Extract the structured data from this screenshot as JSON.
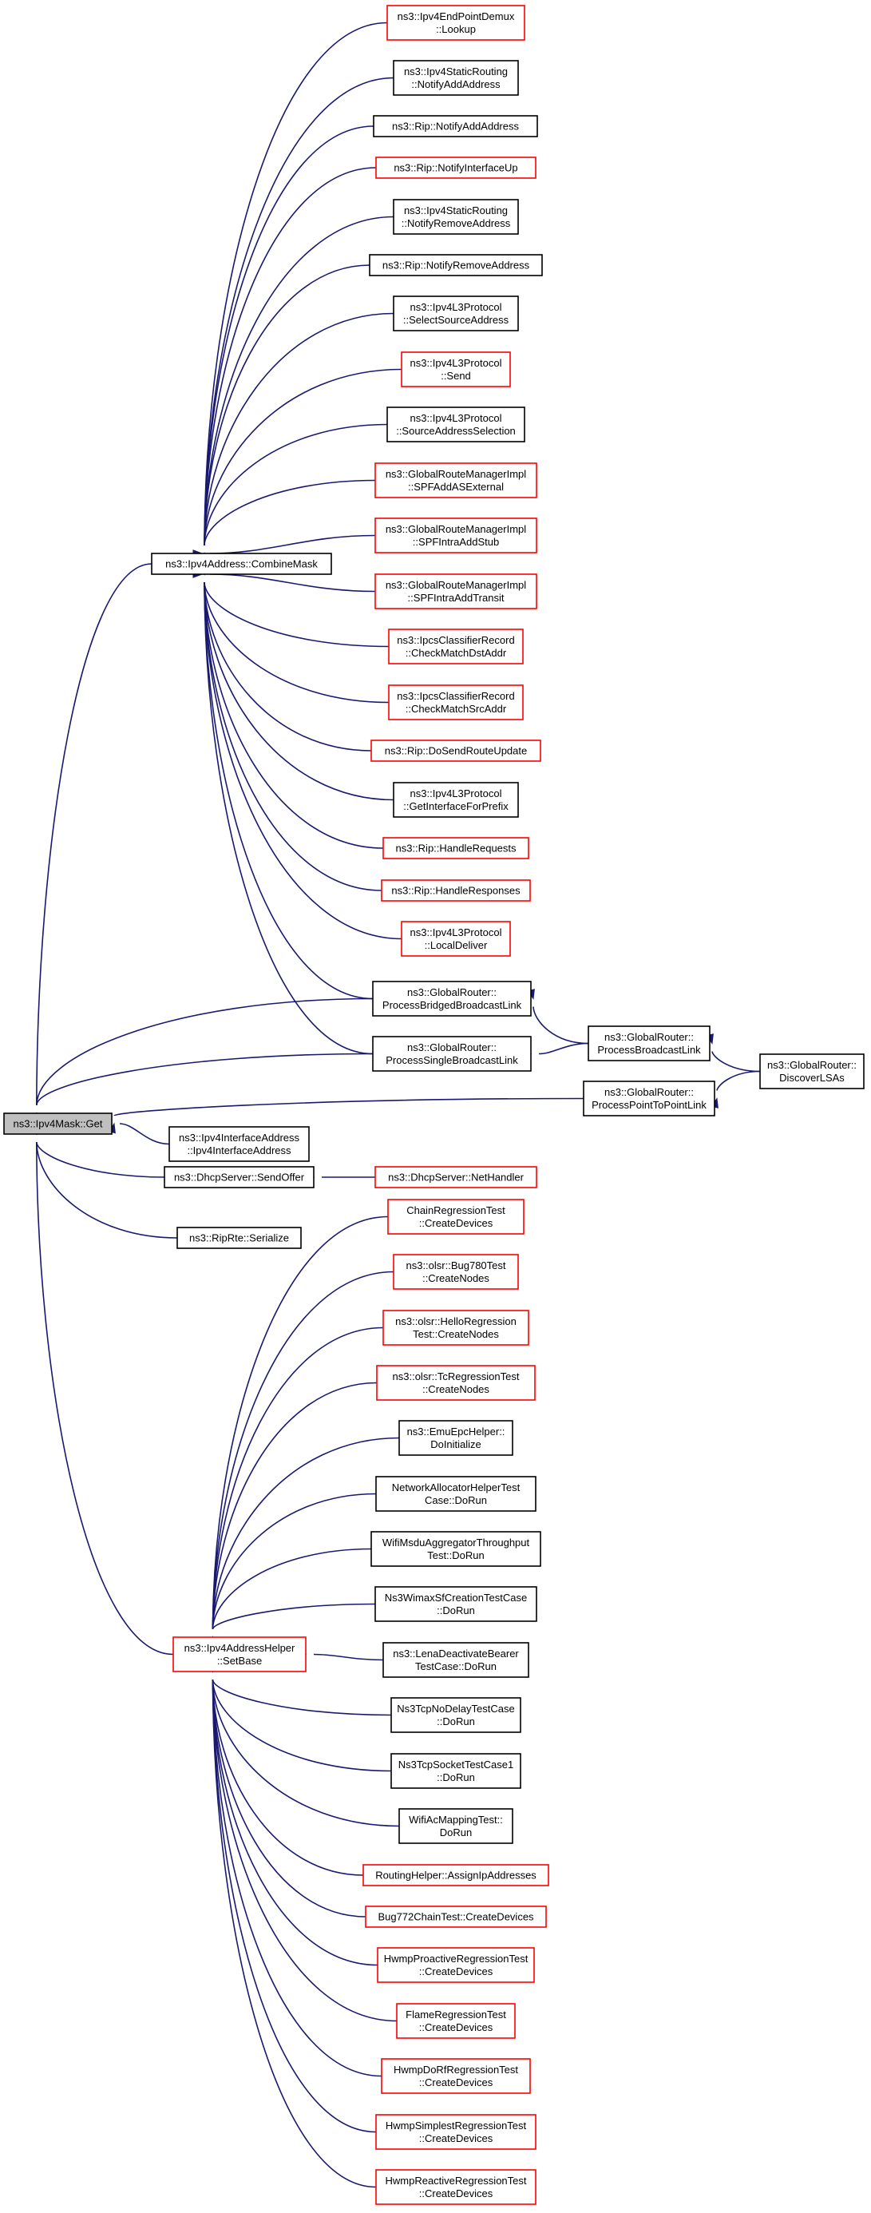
{
  "graph": {
    "title": "",
    "nodes": [
      {
        "id": "n_get",
        "lines": [
          "ns3::Ipv4Mask::Get"
        ],
        "style": "root"
      },
      {
        "id": "n_combine",
        "lines": [
          "ns3::Ipv4Address::CombineMask"
        ],
        "style": "black"
      },
      {
        "id": "n_c1",
        "lines": [
          "ns3::Ipv4EndPointDemux",
          "::Lookup"
        ],
        "style": "red"
      },
      {
        "id": "n_c2",
        "lines": [
          "ns3::Ipv4StaticRouting",
          "::NotifyAddAddress"
        ],
        "style": "black"
      },
      {
        "id": "n_c3",
        "lines": [
          "ns3::Rip::NotifyAddAddress"
        ],
        "style": "black"
      },
      {
        "id": "n_c4",
        "lines": [
          "ns3::Rip::NotifyInterfaceUp"
        ],
        "style": "red"
      },
      {
        "id": "n_c5",
        "lines": [
          "ns3::Ipv4StaticRouting",
          "::NotifyRemoveAddress"
        ],
        "style": "black"
      },
      {
        "id": "n_c6",
        "lines": [
          "ns3::Rip::NotifyRemoveAddress"
        ],
        "style": "black"
      },
      {
        "id": "n_c7",
        "lines": [
          "ns3::Ipv4L3Protocol",
          "::SelectSourceAddress"
        ],
        "style": "black"
      },
      {
        "id": "n_c8",
        "lines": [
          "ns3::Ipv4L3Protocol",
          "::Send"
        ],
        "style": "red"
      },
      {
        "id": "n_c9",
        "lines": [
          "ns3::Ipv4L3Protocol",
          "::SourceAddressSelection"
        ],
        "style": "black"
      },
      {
        "id": "n_c10",
        "lines": [
          "ns3::GlobalRouteManagerImpl",
          "::SPFAddASExternal"
        ],
        "style": "red"
      },
      {
        "id": "n_c11",
        "lines": [
          "ns3::GlobalRouteManagerImpl",
          "::SPFIntraAddStub"
        ],
        "style": "red"
      },
      {
        "id": "n_c12",
        "lines": [
          "ns3::GlobalRouteManagerImpl",
          "::SPFIntraAddTransit"
        ],
        "style": "red"
      },
      {
        "id": "n_c13",
        "lines": [
          "ns3::IpcsClassifierRecord",
          "::CheckMatchDstAddr"
        ],
        "style": "red"
      },
      {
        "id": "n_c14",
        "lines": [
          "ns3::IpcsClassifierRecord",
          "::CheckMatchSrcAddr"
        ],
        "style": "red"
      },
      {
        "id": "n_c15",
        "lines": [
          "ns3::Rip::DoSendRouteUpdate"
        ],
        "style": "red"
      },
      {
        "id": "n_c16",
        "lines": [
          "ns3::Ipv4L3Protocol",
          "::GetInterfaceForPrefix"
        ],
        "style": "black"
      },
      {
        "id": "n_c17",
        "lines": [
          "ns3::Rip::HandleRequests"
        ],
        "style": "red"
      },
      {
        "id": "n_c18",
        "lines": [
          "ns3::Rip::HandleResponses"
        ],
        "style": "red"
      },
      {
        "id": "n_c19",
        "lines": [
          "ns3::Ipv4L3Protocol",
          "::LocalDeliver"
        ],
        "style": "red"
      },
      {
        "id": "n_gr_bridged",
        "lines": [
          "ns3::GlobalRouter::",
          "ProcessBridgedBroadcastLink"
        ],
        "style": "black"
      },
      {
        "id": "n_gr_single",
        "lines": [
          "ns3::GlobalRouter::",
          "ProcessSingleBroadcastLink"
        ],
        "style": "black"
      },
      {
        "id": "n_gr_broadcast",
        "lines": [
          "ns3::GlobalRouter::",
          "ProcessBroadcastLink"
        ],
        "style": "black"
      },
      {
        "id": "n_gr_p2p",
        "lines": [
          "ns3::GlobalRouter::",
          "ProcessPointToPointLink"
        ],
        "style": "black"
      },
      {
        "id": "n_gr_lsa",
        "lines": [
          "ns3::GlobalRouter::",
          "DiscoverLSAs"
        ],
        "style": "black"
      },
      {
        "id": "n_ifaddr",
        "lines": [
          "ns3::Ipv4InterfaceAddress",
          "::Ipv4InterfaceAddress"
        ],
        "style": "black"
      },
      {
        "id": "n_dhcp_send",
        "lines": [
          "ns3::DhcpServer::SendOffer"
        ],
        "style": "black"
      },
      {
        "id": "n_dhcp_net",
        "lines": [
          "ns3::DhcpServer::NetHandler"
        ],
        "style": "red"
      },
      {
        "id": "n_riprte",
        "lines": [
          "ns3::RipRte::Serialize"
        ],
        "style": "black"
      },
      {
        "id": "n_setbase",
        "lines": [
          "ns3::Ipv4AddressHelper",
          "::SetBase"
        ],
        "style": "red"
      },
      {
        "id": "n_s1",
        "lines": [
          "ChainRegressionTest",
          "::CreateDevices"
        ],
        "style": "red"
      },
      {
        "id": "n_s2",
        "lines": [
          "ns3::olsr::Bug780Test",
          "::CreateNodes"
        ],
        "style": "red"
      },
      {
        "id": "n_s3",
        "lines": [
          "ns3::olsr::HelloRegression",
          "Test::CreateNodes"
        ],
        "style": "red"
      },
      {
        "id": "n_s4",
        "lines": [
          "ns3::olsr::TcRegressionTest",
          "::CreateNodes"
        ],
        "style": "red"
      },
      {
        "id": "n_s5",
        "lines": [
          "ns3::EmuEpcHelper::",
          "DoInitialize"
        ],
        "style": "black"
      },
      {
        "id": "n_s6",
        "lines": [
          "NetworkAllocatorHelperTest",
          "Case::DoRun"
        ],
        "style": "black"
      },
      {
        "id": "n_s7",
        "lines": [
          "WifiMsduAggregatorThroughput",
          "Test::DoRun"
        ],
        "style": "black"
      },
      {
        "id": "n_s8",
        "lines": [
          "Ns3WimaxSfCreationTestCase",
          "::DoRun"
        ],
        "style": "black"
      },
      {
        "id": "n_s9",
        "lines": [
          "ns3::LenaDeactivateBearer",
          "TestCase::DoRun"
        ],
        "style": "black"
      },
      {
        "id": "n_s10",
        "lines": [
          "Ns3TcpNoDelayTestCase",
          "::DoRun"
        ],
        "style": "black"
      },
      {
        "id": "n_s11",
        "lines": [
          "Ns3TcpSocketTestCase1",
          "::DoRun"
        ],
        "style": "black"
      },
      {
        "id": "n_s12",
        "lines": [
          "WifiAcMappingTest::",
          "DoRun"
        ],
        "style": "black"
      },
      {
        "id": "n_s13",
        "lines": [
          "RoutingHelper::AssignIpAddresses"
        ],
        "style": "red"
      },
      {
        "id": "n_s14",
        "lines": [
          "Bug772ChainTest::CreateDevices"
        ],
        "style": "red"
      },
      {
        "id": "n_s15",
        "lines": [
          "HwmpProactiveRegressionTest",
          "::CreateDevices"
        ],
        "style": "red"
      },
      {
        "id": "n_s16",
        "lines": [
          "FlameRegressionTest",
          "::CreateDevices"
        ],
        "style": "red"
      },
      {
        "id": "n_s17",
        "lines": [
          "HwmpDoRfRegressionTest",
          "::CreateDevices"
        ],
        "style": "red"
      },
      {
        "id": "n_s18",
        "lines": [
          "HwmpSimplestRegressionTest",
          "::CreateDevices"
        ],
        "style": "red"
      },
      {
        "id": "n_s19",
        "lines": [
          "HwmpReactiveRegressionTest",
          "::CreateDevices"
        ],
        "style": "red"
      }
    ],
    "edges": [
      [
        "n_combine",
        "n_get"
      ],
      [
        "n_gr_bridged",
        "n_get"
      ],
      [
        "n_gr_single",
        "n_get"
      ],
      [
        "n_gr_p2p",
        "n_get"
      ],
      [
        "n_ifaddr",
        "n_get"
      ],
      [
        "n_dhcp_send",
        "n_get"
      ],
      [
        "n_riprte",
        "n_get"
      ],
      [
        "n_setbase",
        "n_get"
      ],
      [
        "n_c1",
        "n_combine"
      ],
      [
        "n_c2",
        "n_combine"
      ],
      [
        "n_c3",
        "n_combine"
      ],
      [
        "n_c4",
        "n_combine"
      ],
      [
        "n_c5",
        "n_combine"
      ],
      [
        "n_c6",
        "n_combine"
      ],
      [
        "n_c7",
        "n_combine"
      ],
      [
        "n_c8",
        "n_combine"
      ],
      [
        "n_c9",
        "n_combine"
      ],
      [
        "n_c10",
        "n_combine"
      ],
      [
        "n_c11",
        "n_combine"
      ],
      [
        "n_c12",
        "n_combine"
      ],
      [
        "n_c13",
        "n_combine"
      ],
      [
        "n_c14",
        "n_combine"
      ],
      [
        "n_c15",
        "n_combine"
      ],
      [
        "n_c16",
        "n_combine"
      ],
      [
        "n_c17",
        "n_combine"
      ],
      [
        "n_c18",
        "n_combine"
      ],
      [
        "n_c19",
        "n_combine"
      ],
      [
        "n_gr_bridged",
        "n_combine"
      ],
      [
        "n_gr_single",
        "n_combine"
      ],
      [
        "n_gr_broadcast",
        "n_gr_bridged"
      ],
      [
        "n_gr_broadcast",
        "n_gr_single"
      ],
      [
        "n_gr_lsa",
        "n_gr_broadcast"
      ],
      [
        "n_gr_lsa",
        "n_gr_p2p"
      ],
      [
        "n_dhcp_net",
        "n_dhcp_send"
      ],
      [
        "n_s1",
        "n_setbase"
      ],
      [
        "n_s2",
        "n_setbase"
      ],
      [
        "n_s3",
        "n_setbase"
      ],
      [
        "n_s4",
        "n_setbase"
      ],
      [
        "n_s5",
        "n_setbase"
      ],
      [
        "n_s6",
        "n_setbase"
      ],
      [
        "n_s7",
        "n_setbase"
      ],
      [
        "n_s8",
        "n_setbase"
      ],
      [
        "n_s9",
        "n_setbase"
      ],
      [
        "n_s10",
        "n_setbase"
      ],
      [
        "n_s11",
        "n_setbase"
      ],
      [
        "n_s12",
        "n_setbase"
      ],
      [
        "n_s13",
        "n_setbase"
      ],
      [
        "n_s14",
        "n_setbase"
      ],
      [
        "n_s15",
        "n_setbase"
      ],
      [
        "n_s16",
        "n_setbase"
      ],
      [
        "n_s17",
        "n_setbase"
      ],
      [
        "n_s18",
        "n_setbase"
      ],
      [
        "n_s19",
        "n_setbase"
      ]
    ]
  }
}
